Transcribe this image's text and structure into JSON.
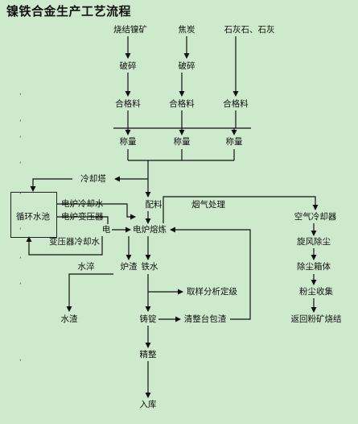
{
  "title": "镍铁合金生产工艺流程",
  "nodes": {
    "ore": "烧结镍矿",
    "coke": "焦炭",
    "limestone": "石灰石、石灰",
    "crush1": "破碎",
    "crush2": "破碎",
    "qualified1": "合格料",
    "qualified2": "合格料",
    "qualified3": "合格料",
    "weigh1": "称量",
    "weigh2": "称量",
    "weigh3": "称量",
    "cooling_tower": "冷却塔",
    "batching": "配料",
    "flue_gas": "烟气处理",
    "circ_pool": "循环水池",
    "furnace_cool": "电炉冷却水",
    "furnace_transformer": "电炉变压器",
    "electric": "电",
    "smelting": "电炉熔炼",
    "transformer_cool": "变压器冷却水",
    "water_quench": "水淬",
    "slag": "炉渣",
    "iron": "铁水",
    "water_slag": "水渣",
    "sampling": "取样分析定级",
    "casting": "铸锭",
    "ladle_slag": "清整台包渣",
    "finishing": "精整",
    "storage": "入库",
    "air_cooler": "空气冷却器",
    "cyclone": "旋风除尘",
    "bag_filter": "除尘箱体",
    "dust_collect": "粉尘收集",
    "return_sinter": "返回粉矿烧结"
  }
}
